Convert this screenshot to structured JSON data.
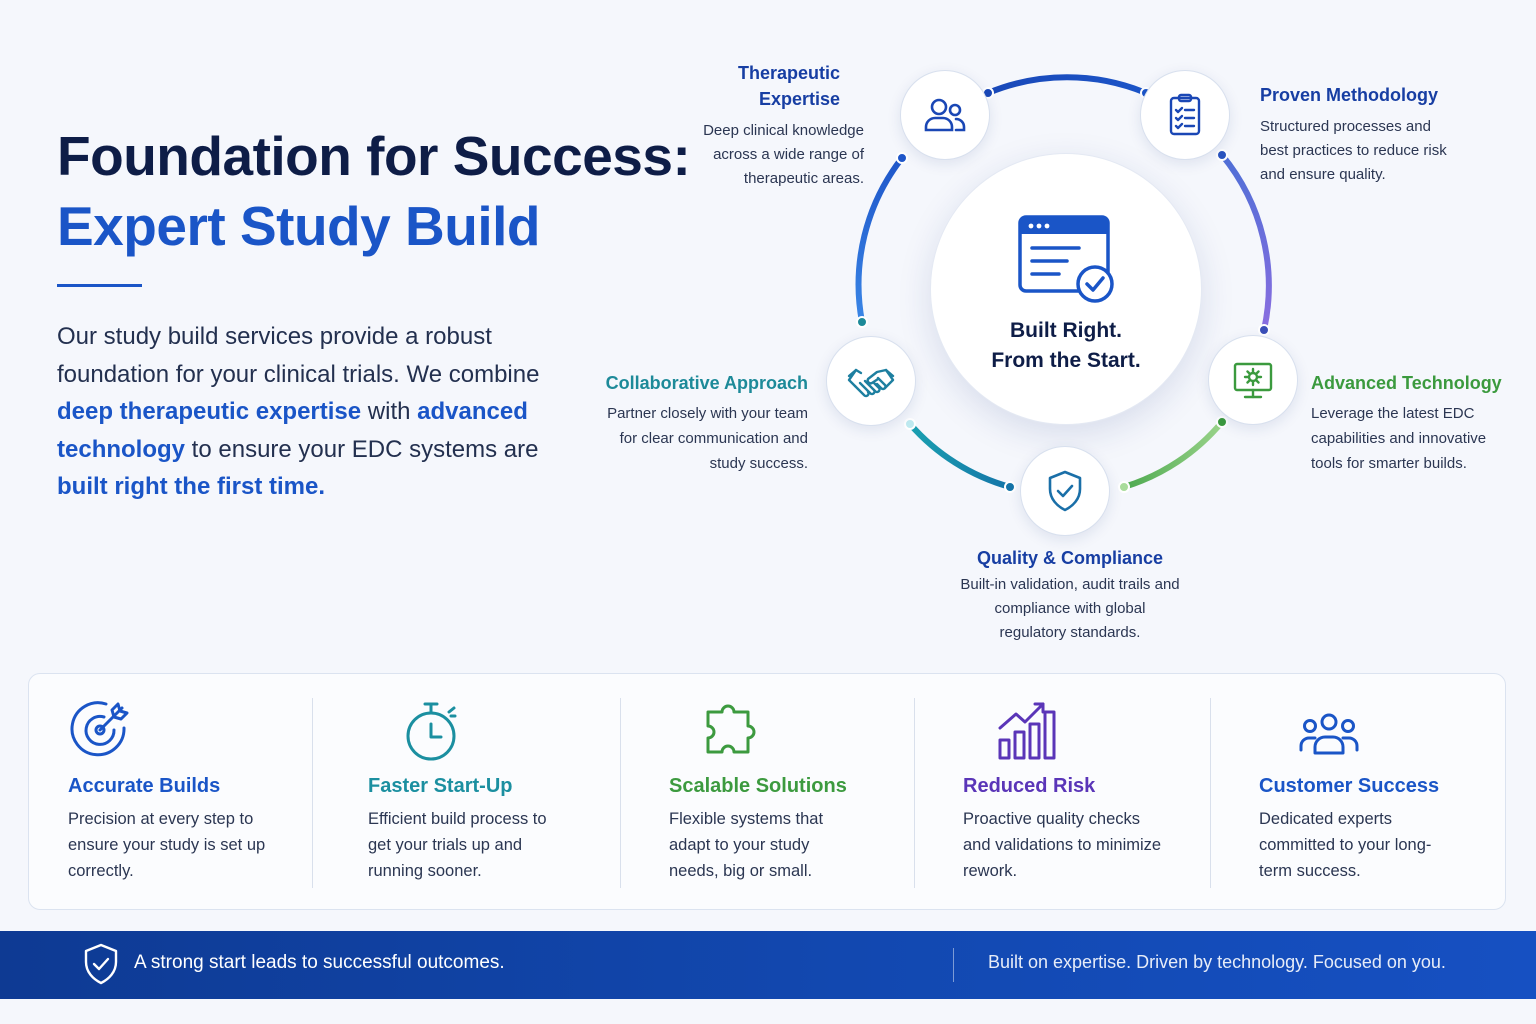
{
  "hero": {
    "title_line1": "Foundation for Success:",
    "title_line2": "Expert Study Build",
    "intro": {
      "part1": "Our study build services provide a robust foundation for your clinical trials. We combine ",
      "highlight1": "deep therapeutic expertise",
      "part2": " with ",
      "highlight2": "advanced technology",
      "part3": " to ensure your EDC systems are ",
      "highlight3": "built right the first time."
    }
  },
  "cycle": {
    "center_line1": "Built Right.",
    "center_line2": "From the Start.",
    "center_icon": "browser-check-icon",
    "nodes": [
      {
        "title": "Therapeutic Expertise",
        "desc": "Deep clinical knowledge across a wide range of therapeutic areas.",
        "icon": "people-icon",
        "color": "#173ea3"
      },
      {
        "title": "Proven Methodology",
        "desc": "Structured processes and best practices to reduce risk and ensure quality.",
        "icon": "checklist-icon",
        "color": "#173ea3"
      },
      {
        "title": "Advanced Technology",
        "desc": "Leverage the latest EDC capabilities and innovative tools for smarter builds.",
        "icon": "monitor-gear-icon",
        "color": "#3b9a3e"
      },
      {
        "title": "Quality & Compliance",
        "desc": "Built-in validation, audit trails and compliance with global regulatory standards.",
        "icon": "shield-check-icon",
        "color": "#173ea3"
      },
      {
        "title": "Collaborative Approach",
        "desc": "Partner closely with your team for clear communication and study success.",
        "icon": "handshake-icon",
        "color": "#1d8a99"
      }
    ]
  },
  "benefits": [
    {
      "title": "Accurate Builds",
      "desc": "Precision at every step to ensure your study is set up correctly.",
      "icon": "target-icon",
      "color": "#1a55c7"
    },
    {
      "title": "Faster Start-Up",
      "desc": "Efficient build process to get your trials up and running sooner.",
      "icon": "stopwatch-icon",
      "color": "#1b8fa0"
    },
    {
      "title": "Scalable Solutions",
      "desc": "Flexible systems that adapt to your study needs, big or small.",
      "icon": "puzzle-icon",
      "color": "#3c9a3f"
    },
    {
      "title": "Reduced Risk",
      "desc": "Proactive quality checks and validations to minimize rework.",
      "icon": "chart-up-icon",
      "color": "#5a35b8"
    },
    {
      "title": "Customer Success",
      "desc": "Dedicated experts committed to your long-term success.",
      "icon": "team-icon",
      "color": "#1a55c7"
    }
  ],
  "footer": {
    "left": "A strong start leads to successful outcomes.",
    "right": "Built on expertise. Driven by technology. Focused on you.",
    "icon": "shield-check-icon"
  }
}
